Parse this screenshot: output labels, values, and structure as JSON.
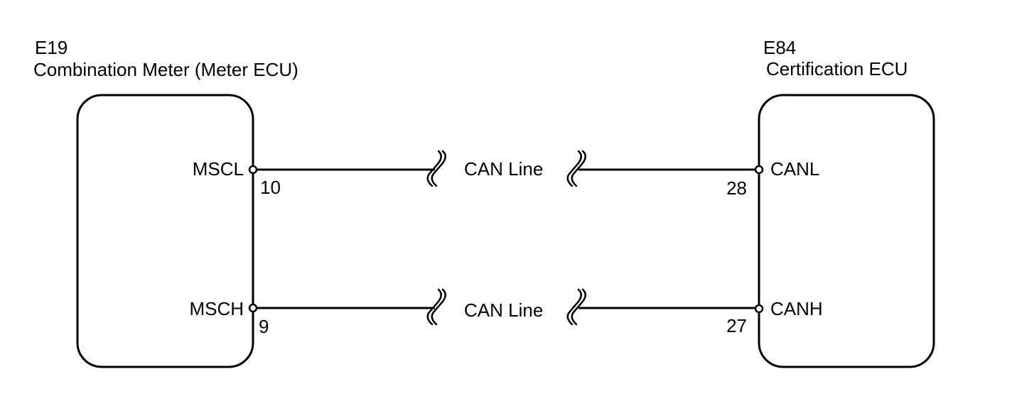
{
  "left_component": {
    "code": "E19",
    "name": "Combination Meter (Meter ECU)",
    "pins": [
      {
        "name": "MSCL",
        "number": "10"
      },
      {
        "name": "MSCH",
        "number": "9"
      }
    ]
  },
  "right_component": {
    "code": "E84",
    "name": "Certification ECU",
    "pins": [
      {
        "name": "CANL",
        "number": "28"
      },
      {
        "name": "CANH",
        "number": "27"
      }
    ]
  },
  "wires": [
    {
      "label": "CAN Line"
    },
    {
      "label": "CAN Line"
    }
  ]
}
